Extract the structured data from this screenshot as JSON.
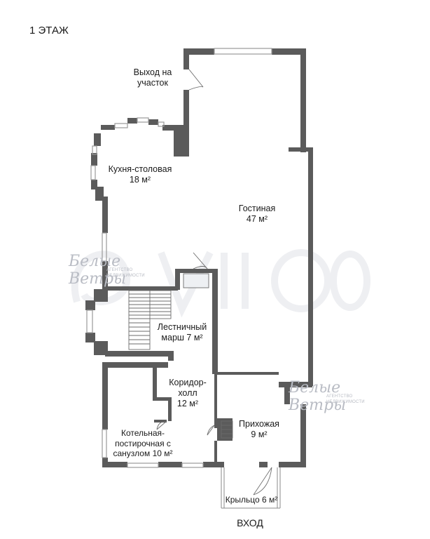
{
  "floor_label": "1 ЭТАЖ",
  "entrance_label": "ВХОД",
  "rooms": {
    "exit_line1": "Выход на",
    "exit_line2": "участок",
    "kitchen_line1": "Кухня-столовая",
    "kitchen_line2": "18 м²",
    "living_line1": "Гостиная",
    "living_line2": "47 м²",
    "stairs_line1": "Лестничный",
    "stairs_line2": "марш 7 м²",
    "corridor_line1": "Коридор-",
    "corridor_line2": "холл",
    "corridor_line3": "12 м²",
    "boiler_line1": "Котельная-",
    "boiler_line2": "постирочная с",
    "boiler_line3": "санузлом 10 м²",
    "hall_line1": "Прихожая",
    "hall_line2": "9 м²",
    "porch": "Крыльцо 6 м²"
  },
  "watermark": {
    "brand_a": "Белые",
    "brand_b": "Ветры",
    "sub_a": "АГЕНТСТВО",
    "sub_b": "НЕДВИЖИМОСТИ"
  },
  "colors": {
    "wall": "#5b5b5b",
    "window": "#9a9a9a",
    "watermark": "#b9bcc4"
  }
}
